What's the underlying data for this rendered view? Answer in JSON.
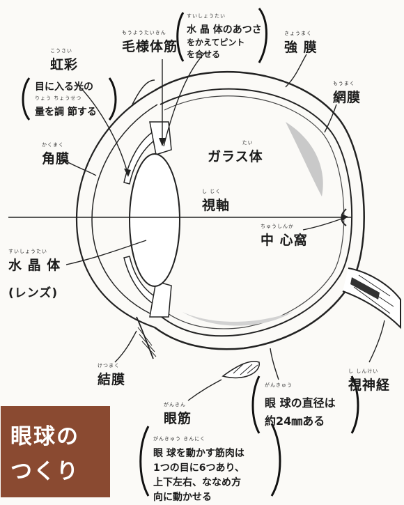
{
  "title": {
    "line1": "眼球の",
    "line2": "つくり"
  },
  "labels": {
    "suishotai_atsusa": {
      "ruby": "すいしょうたい",
      "text": "水晶体のあつさをかえてピントを合せる"
    },
    "moyotaikin": {
      "ruby": "もうようたいきん",
      "text": "毛様体筋"
    },
    "kyomaku": {
      "ruby": "きょうまく",
      "text": "強 膜"
    },
    "kosai": {
      "ruby": "こうさい",
      "text": "虹彩"
    },
    "kosai_note": {
      "ruby": "りょう ちょうせつ",
      "text": "目に入る光の量を調 節する"
    },
    "momaku": {
      "ruby": "もうまく",
      "text": "網膜"
    },
    "kakumaku": {
      "ruby": "かくまく",
      "text": "角膜"
    },
    "garasutai": {
      "ruby": "たい",
      "text": "ガラス体"
    },
    "shijiku": {
      "ruby": "し じく",
      "text": "視軸"
    },
    "chushinka": {
      "ruby": "ちゅうしんか",
      "text": "中 心窩"
    },
    "suishotai": {
      "ruby": "すいしょうたい",
      "text": "水 晶 体"
    },
    "lens": {
      "text": "(レンズ)"
    },
    "ketsumaku": {
      "ruby": "けつまく",
      "text": "結膜"
    },
    "shishinkei": {
      "ruby": "し しんけい",
      "text": "視神経"
    },
    "gankyu_note": {
      "ruby": "がんきゅう",
      "text": "眼 球の直径は約24㎜ある"
    },
    "ganken": {
      "ruby": "がんきん",
      "text": "眼筋"
    },
    "ganken_note": {
      "ruby": "がんきゅう きんにく",
      "text": "眼 球を動かす筋肉は1つの目に6つあり、上下左右、ななめ方向に動かせる"
    }
  },
  "note_lines": {
    "suishotai_atsusa": [
      "水 晶 体のあつさ",
      "をかえてピント",
      "を合せる"
    ],
    "kosai_note": [
      "目に入る光の",
      "量を調 節する"
    ],
    "gankyu_note": [
      "眼 球の直径は",
      "約24㎜ある"
    ],
    "ganken_note": [
      "眼 球を動かす筋肉は",
      "1つの目に6つあり、",
      "上下左右、ななめ方",
      "向に動かせる"
    ]
  }
}
